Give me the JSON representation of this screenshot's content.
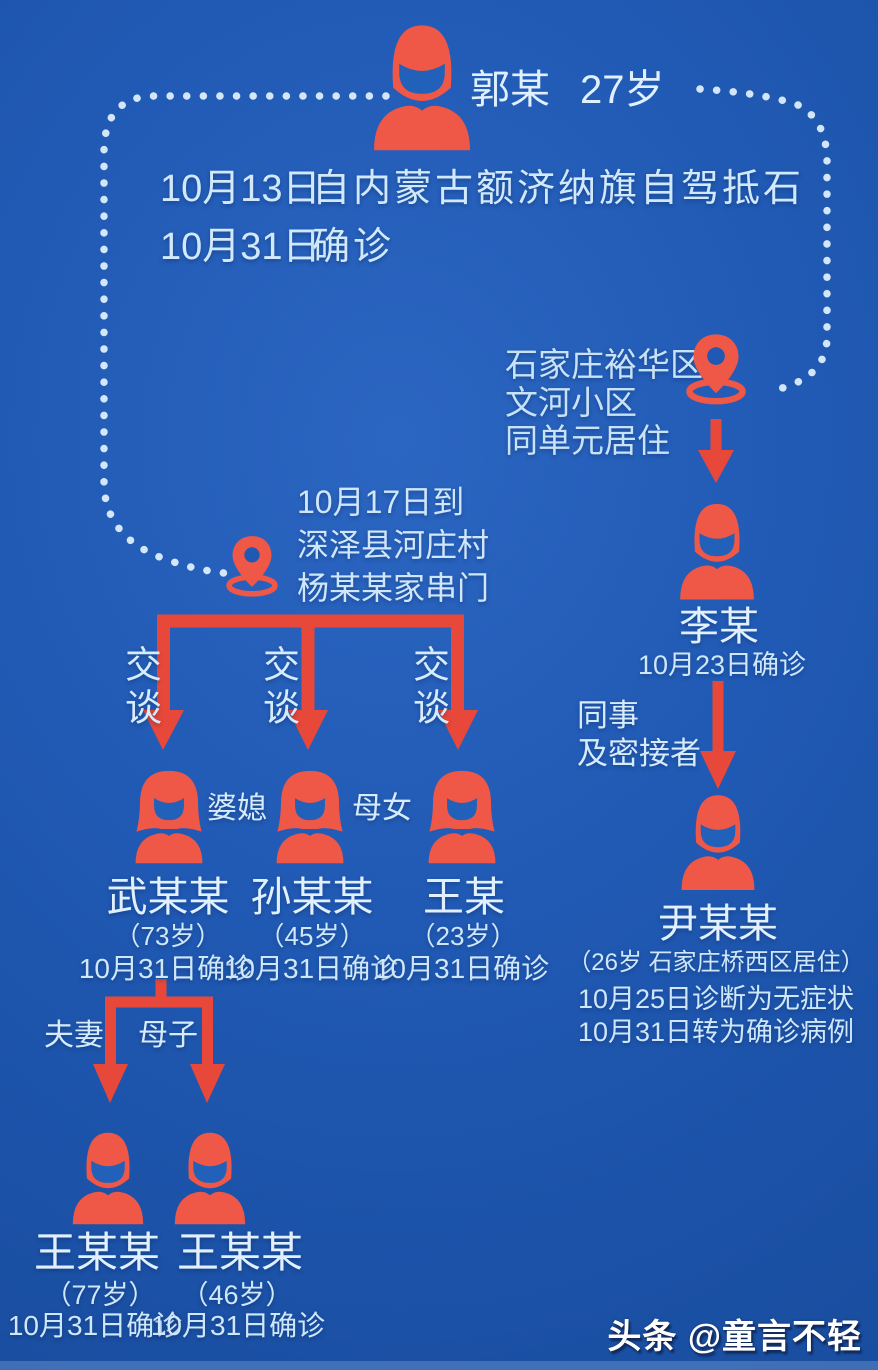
{
  "colors": {
    "background": "#2059b3",
    "accent_red": "#ef5747",
    "arrow_red": "#e8483a",
    "dotted_line": "#ddeefc",
    "text_light_blue": "#cfe7fb",
    "watermark_white": "#ffffff"
  },
  "header": {
    "index_name": "郭某",
    "index_age": "27岁",
    "timeline": [
      {
        "date": "10月13日",
        "event": "自内蒙古额济纳旗自驾抵石"
      },
      {
        "date": "10月31日",
        "event": "确诊"
      }
    ]
  },
  "locations": {
    "yuhua": {
      "line1": "石家庄裕华区",
      "line2": "文河小区",
      "line3": "同单元居住"
    },
    "shenze": {
      "line1": "10月17日到",
      "line2": "深泽县河庄村",
      "line3": "杨某某家串门"
    }
  },
  "relations": {
    "talk": "交谈",
    "poxi": "婆媳",
    "munv": "母女",
    "colleague_line1": "同事",
    "colleague_line2": "及密接者",
    "fuqi": "夫妻",
    "muzi": "母子"
  },
  "cases": {
    "li": {
      "name": "李某",
      "status": "10月23日确诊"
    },
    "yin": {
      "name": "尹某某",
      "detail": "（26岁 石家庄桥西区居住）",
      "status1": "10月25日诊断为无症状",
      "status2": "10月31日转为确诊病例"
    },
    "wu": {
      "name": "武某某",
      "age": "（73岁）",
      "status": "10月31日确诊"
    },
    "sun": {
      "name": "孙某某",
      "age": "（45岁）",
      "status": "10月31日确诊"
    },
    "wang": {
      "name": "王某",
      "age": "（23岁）",
      "status": "10月31日确诊"
    },
    "wang_husband": {
      "name": "王某某",
      "age": "（77岁）",
      "status": "10月31日确诊"
    },
    "wang_son": {
      "name": "王某某",
      "age": "（46岁）",
      "status": "10月31日确诊"
    }
  },
  "watermark": "头条 @童言不轻"
}
